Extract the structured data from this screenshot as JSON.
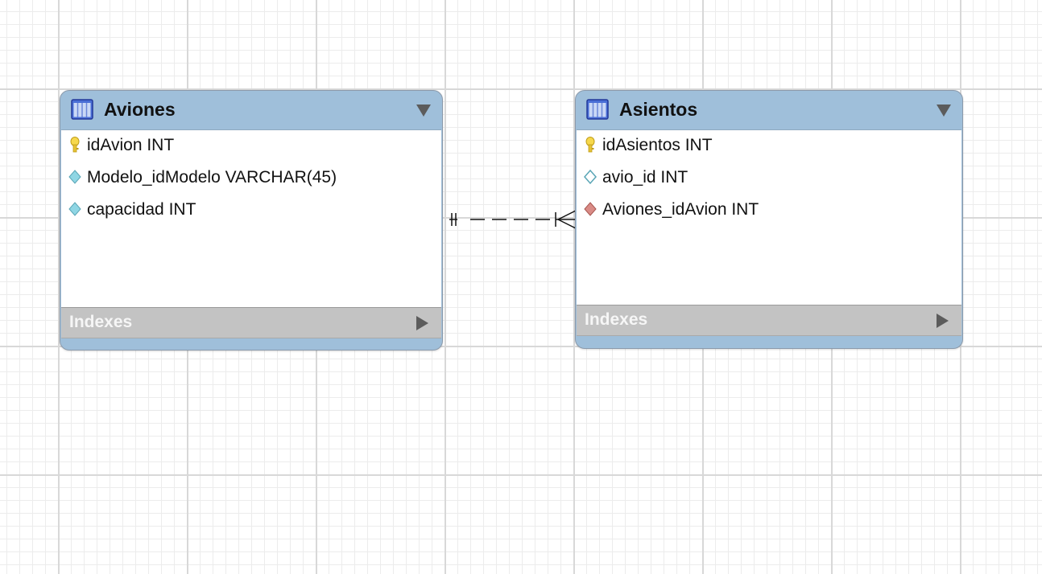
{
  "tables": [
    {
      "name": "Aviones",
      "columns": [
        {
          "label": "idAvion INT",
          "icon": "primary-key-icon"
        },
        {
          "label": "Modelo_idModelo VARCHAR(45)",
          "icon": "column-diamond-icon"
        },
        {
          "label": "capacidad INT",
          "icon": "column-diamond-icon"
        }
      ],
      "indexes_label": "Indexes"
    },
    {
      "name": "Asientos",
      "columns": [
        {
          "label": "idAsientos INT",
          "icon": "primary-key-icon"
        },
        {
          "label": "avio_id INT",
          "icon": "column-hollow-diamond-icon"
        },
        {
          "label": "Aviones_idAvion INT",
          "icon": "foreign-key-diamond-icon"
        }
      ],
      "indexes_label": "Indexes"
    }
  ],
  "relationship": {
    "from": "Aviones",
    "to": "Asientos",
    "from_cardinality": "one-and-only-one",
    "to_cardinality": "one-or-many",
    "style": "dashed"
  },
  "colors": {
    "header": "#9fbfda",
    "indexes_bar": "#c3c3c3",
    "key": "#f2d04a",
    "column": "#8fd6e4",
    "foreign_key": "#d98b86"
  }
}
